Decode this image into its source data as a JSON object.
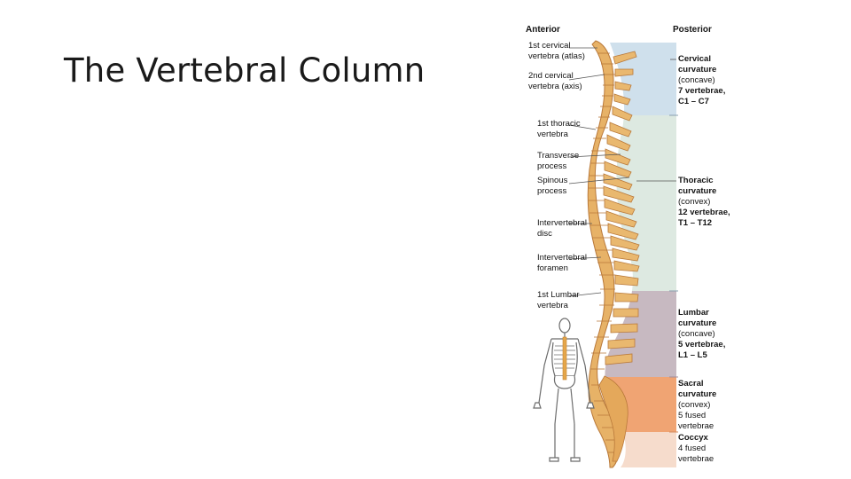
{
  "slide": {
    "title": "The Vertebral Column"
  },
  "figure": {
    "headers": {
      "anterior": "Anterior",
      "posterior": "Posterior"
    },
    "left_labels": [
      {
        "lines": [
          "1st cervical",
          "vertebra (atlas)"
        ]
      },
      {
        "lines": [
          "2nd cervical",
          "vertebra (axis)"
        ]
      },
      {
        "lines": [
          "1st thoracic",
          "vertebra"
        ]
      },
      {
        "lines": [
          "Transverse",
          "process"
        ]
      },
      {
        "lines": [
          "Spinous",
          "process"
        ]
      },
      {
        "lines": [
          "Intervertebral",
          "disc"
        ]
      },
      {
        "lines": [
          "Intervertebral",
          "foramen"
        ]
      },
      {
        "lines": [
          "1st Lumbar",
          "vertebra"
        ]
      }
    ],
    "regions": [
      {
        "name": "Cervical",
        "lines": [
          "Cervical",
          "curvature",
          "(concave)",
          "7 vertebrae,",
          "C1 – C7"
        ],
        "color": "#cfe0ec"
      },
      {
        "name": "Thoracic",
        "lines": [
          "Thoracic",
          "curvature",
          "(convex)",
          "12 vertebrae,",
          "T1 – T12"
        ],
        "color": "#dde9e1"
      },
      {
        "name": "Lumbar",
        "lines": [
          "Lumbar",
          "curvature",
          "(concave)",
          "5 vertebrae,",
          "L1 – L5"
        ],
        "color": "#c7b9c1"
      },
      {
        "name": "Sacral",
        "lines": [
          "Sacral",
          "curvature",
          "(convex)",
          "5 fused",
          "vertebrae"
        ],
        "color": "#f0a473"
      },
      {
        "name": "Coccyx",
        "lines": [
          "Coccyx",
          "4 fused",
          "vertebrae"
        ],
        "color": "#f6dccc"
      }
    ],
    "colors": {
      "bone": "#e7b267",
      "bone_dark": "#b9793a",
      "skeleton_spine": "#e4a64b"
    }
  }
}
